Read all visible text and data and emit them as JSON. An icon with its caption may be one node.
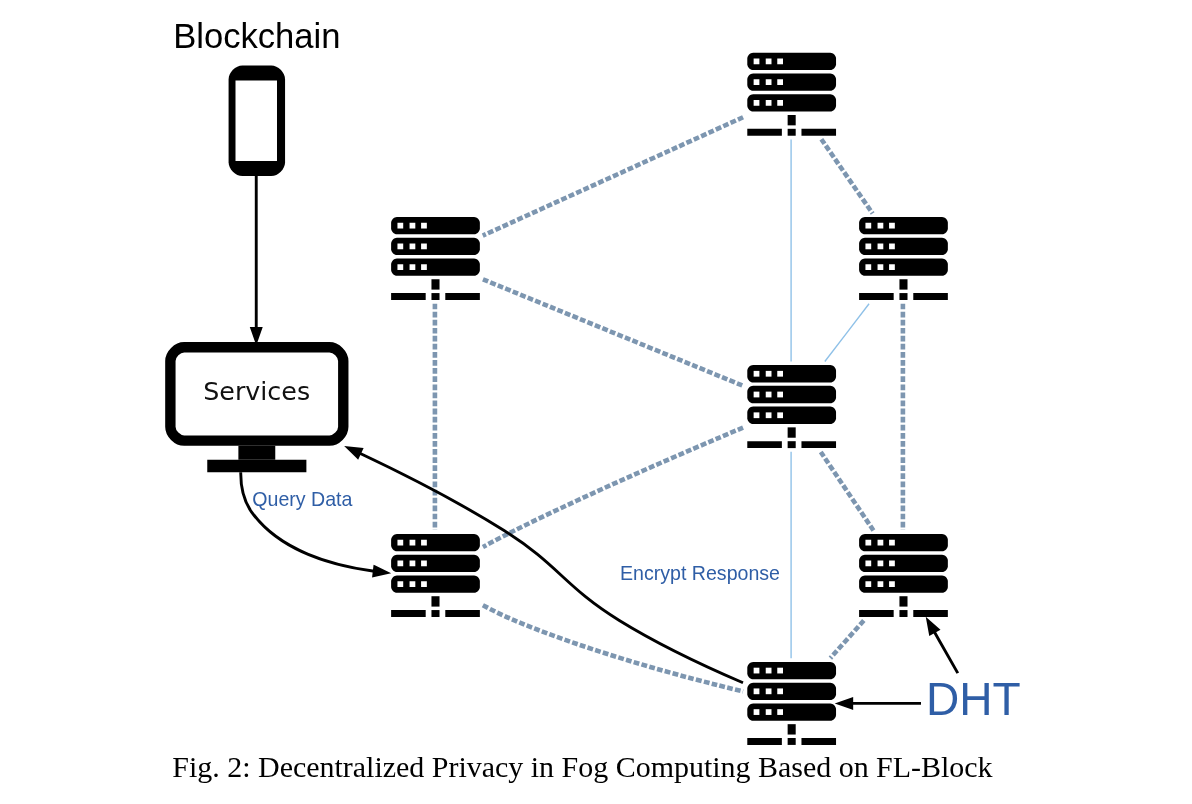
{
  "diagram": {
    "caption": "Fig. 2: Decentralized Privacy in Fog Computing Based on FL-Block",
    "nodes": [
      {
        "text": [
          "Blockchain"
        ]
      },
      {
        "text": [],
        "shape": "picture"
      },
      {
        "text": [],
        "shape": "picture"
      },
      {
        "text": [],
        "shape": "picture"
      },
      {
        "text": [],
        "shape": "picture"
      },
      {
        "text": [
          "Services"
        ]
      },
      {
        "text": [],
        "shape": "picture"
      },
      {
        "text": [],
        "shape": "picture"
      },
      {
        "text": [],
        "shape": "picture"
      },
      {
        "text": [
          "DHT"
        ]
      }
    ],
    "edges": [
      {
        "from": 0,
        "to": 5,
        "arrow": "to",
        "color": "#000000"
      },
      {
        "from": 5,
        "to": 6,
        "arrow": "to",
        "label": "Query Data",
        "color": "#000000"
      },
      {
        "from": 8,
        "to": 5,
        "arrow": "to",
        "label": "Encrypt Response",
        "color": "#000000"
      },
      {
        "from": 9,
        "to": 8,
        "arrow": "to",
        "color": "#000000"
      },
      {
        "from": 9,
        "to": 7,
        "arrow": "to",
        "color": "#000000"
      },
      {
        "from": 1,
        "to": 2,
        "arrow": "none",
        "style": "dashed",
        "color": "#7d96b0"
      },
      {
        "from": 1,
        "to": 4,
        "arrow": "none",
        "color": "#8fc1e8"
      },
      {
        "from": 1,
        "to": 3,
        "arrow": "none",
        "style": "dashed",
        "color": "#7d96b0"
      },
      {
        "from": 2,
        "to": 6,
        "arrow": "none",
        "style": "dashed",
        "color": "#7d96b0"
      },
      {
        "from": 2,
        "to": 4,
        "arrow": "none",
        "style": "dashed",
        "color": "#7d96b0"
      },
      {
        "from": 3,
        "to": 4,
        "arrow": "none",
        "color": "#8fc1e8"
      },
      {
        "from": 3,
        "to": 7,
        "arrow": "none",
        "style": "dashed",
        "color": "#7d96b0"
      },
      {
        "from": 4,
        "to": 6,
        "arrow": "none",
        "style": "dashed",
        "color": "#7d96b0"
      },
      {
        "from": 4,
        "to": 8,
        "arrow": "none",
        "color": "#8fc1e8"
      },
      {
        "from": 4,
        "to": 7,
        "arrow": "none",
        "style": "dashed",
        "color": "#7d96b0"
      },
      {
        "from": 6,
        "to": 8,
        "arrow": "none",
        "style": "dashed",
        "color": "#7d96b0"
      },
      {
        "from": 7,
        "to": 8,
        "arrow": "none",
        "style": "dashed",
        "color": "#7d96b0"
      }
    ]
  }
}
